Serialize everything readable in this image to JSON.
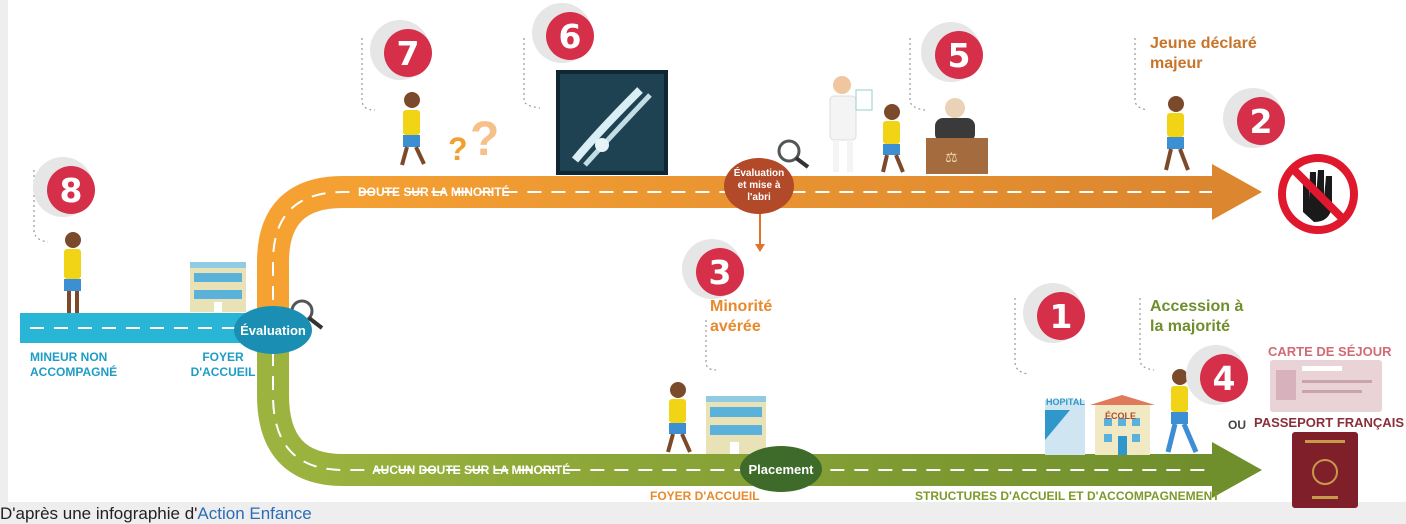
{
  "steps": {
    "s1": "1",
    "s2": "2",
    "s3": "3",
    "s4": "4",
    "s5": "5",
    "s6": "6",
    "s7": "7",
    "s8": "8"
  },
  "labels": {
    "doute": "DOUTE SUR LA MINORITÉ",
    "aucun_doute": "AUCUN DOUTE SUR LA MINORITÉ",
    "mineur": "MINEUR NON ACCOMPAGNÉ",
    "foyer_left": "FOYER D'ACCUEIL",
    "foyer_bottom": "FOYER D'ACCUEIL",
    "structures": "STRUCTURES D'ACCUEIL ET D'ACCOMPAGNEMENT",
    "evaluation": "Évaluation",
    "eval_abri": "Évaluation et mise à l'abri",
    "placement": "Placement",
    "jeune_majeur": "Jeune déclaré majeur",
    "minorite_averee": "Minorité avérée",
    "accession": "Accession à la majorité",
    "ou": "ou",
    "carte": "CARTE DE SÉJOUR",
    "passeport": "PASSEPORT FRANÇAIS",
    "hopital": "HOPITAL",
    "ecole": "ÉCOLE"
  },
  "credit": {
    "prefix": "D'après une infographie d'",
    "link": "Action Enfance"
  },
  "colors": {
    "orange": "#f0a030",
    "green": "#8cab3a",
    "blue": "#28b5d6",
    "red": "#d62f4a",
    "stop": "#e0182d"
  }
}
